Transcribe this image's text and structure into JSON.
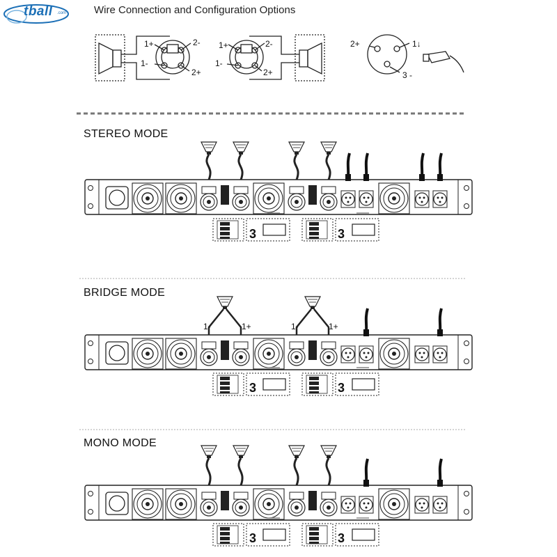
{
  "logo": {
    "text": "tball",
    "suffix": ".com"
  },
  "header": {
    "title": "Wire Connection and Configuration Options"
  },
  "connectors": {
    "left_pins": {
      "p1plus": "1+",
      "p1minus": "1-",
      "p2minus": "2-",
      "p2plus": "2+"
    },
    "right_pins": {
      "p1plus": "1+",
      "p1minus": "1-",
      "p2minus": "2-",
      "p2plus": "2+"
    },
    "xlr_pins": {
      "p2plus": "2+",
      "p1": "1↓",
      "p3minus": "3 -"
    }
  },
  "modes": [
    {
      "title": "STEREO MODE"
    },
    {
      "title": "BRIDGE MODE",
      "bridge_labels": [
        "1-",
        "1+",
        "1-",
        "1+"
      ]
    },
    {
      "title": "MONO MODE"
    }
  ],
  "switch_digit": "3",
  "colors": {
    "line": "#222222",
    "dash": "#777777",
    "logo": "#1b6fb6"
  }
}
